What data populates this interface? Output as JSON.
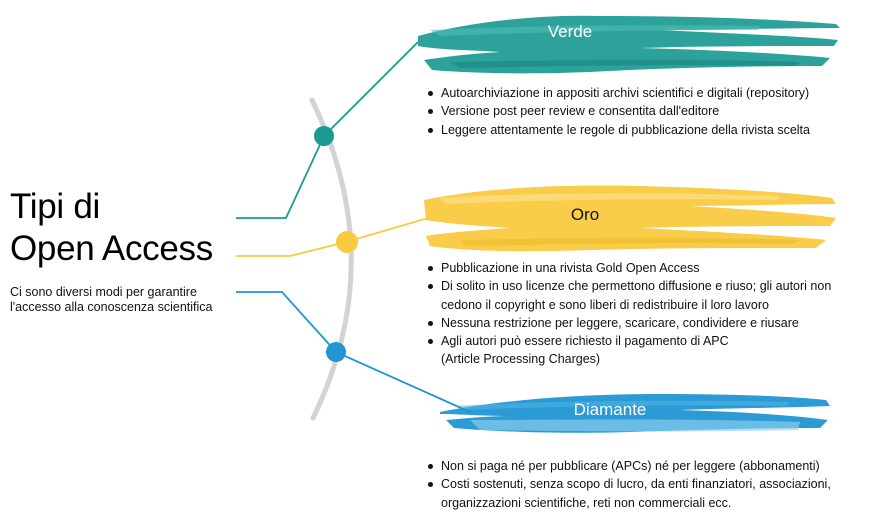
{
  "title": {
    "line1": "Tipi di",
    "line2": "Open Access"
  },
  "subtitle": {
    "line1": "Ci sono diversi modi per garantire",
    "line2": "l'accesso alla conoscenza scientifica"
  },
  "colors": {
    "verde": "#1a9a93",
    "oro": "#f9c93f",
    "diamante": "#2196d3",
    "arc": "#d3d3d3"
  },
  "branches": [
    {
      "label": "Verde",
      "points": [
        {
          "text": "Autoarchiviazione in appositi archivi scientifici e digitali (repository)"
        },
        {
          "text": "Versione post peer review e consentita dall'editore"
        },
        {
          "text": "Leggere attentamente le regole di pubblicazione della rivista scelta"
        }
      ]
    },
    {
      "label": "Oro",
      "points": [
        {
          "text": "Pubblicazione in una rivista Gold Open Access"
        },
        {
          "text": "Di solito in uso licenze che permettono diffusione e riuso; gli autori non",
          "cont": "cedono il copyright e sono liberi di redistribuire il loro lavoro"
        },
        {
          "text": "Nessuna restrizione per leggere, scaricare, condividere e riusare"
        },
        {
          "text": "Agli autori può essere richiesto il pagamento di APC",
          "cont": "(Article Processing Charges)"
        }
      ]
    },
    {
      "label": "Diamante",
      "points": [
        {
          "text": "Non si paga né per pubblicare (APCs) né per leggere (abbonamenti)"
        },
        {
          "text": "Costi sostenuti, senza scopo di lucro, da enti finanziatori, associazioni,",
          "cont": "organizzazioni scientifiche, reti non commerciali ecc."
        }
      ]
    }
  ]
}
